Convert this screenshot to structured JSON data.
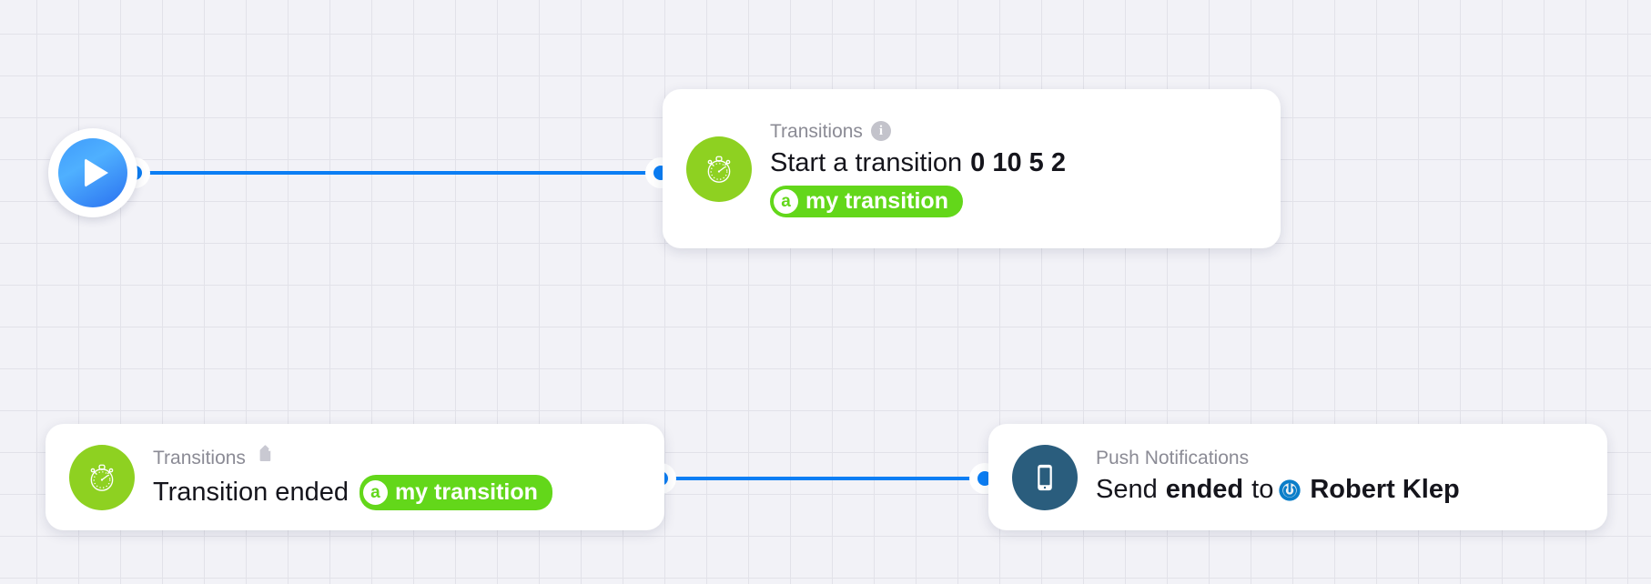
{
  "canvas": {
    "background_color": "#f2f2f7",
    "grid_color": "#e2e2e9",
    "accent_color": "#0b7ef4"
  },
  "start_node": {
    "name": "start-trigger",
    "icon": "play-icon",
    "color": "#3f9bfb"
  },
  "nodes": [
    {
      "id": "start-transition",
      "kicker": "Transitions",
      "kicker_icon": "info-icon",
      "icon": "stopwatch-icon",
      "icon_color": "#8ed121",
      "title_parts": [
        {
          "text": "Start a transition",
          "bold": false
        },
        {
          "text": "0 10 5 2",
          "bold": true
        }
      ],
      "badge": {
        "avatar": "a",
        "label": "my transition",
        "color": "#63d71a"
      }
    },
    {
      "id": "transition-ended",
      "kicker": "Transitions",
      "kicker_icon": "tag-icon",
      "icon": "stopwatch-icon",
      "icon_color": "#8ed121",
      "title_parts": [
        {
          "text": "Transition ended",
          "bold": false
        }
      ],
      "badge": {
        "avatar": "a",
        "label": "my transition",
        "color": "#63d71a"
      }
    },
    {
      "id": "push-notification",
      "kicker": "Push Notifications",
      "icon": "mobile-phone-icon",
      "icon_color": "#2a5d7d",
      "title_parts": [
        {
          "text": "Send",
          "bold": false
        },
        {
          "text": "ended",
          "bold": true
        },
        {
          "text": "to",
          "bold": false
        },
        {
          "text": "Robert Klep",
          "bold": true,
          "icon": "power-icon"
        }
      ]
    }
  ],
  "edges": [
    {
      "from": "start-trigger",
      "to": "start-transition"
    },
    {
      "from": "transition-ended",
      "to": "push-notification"
    }
  ]
}
